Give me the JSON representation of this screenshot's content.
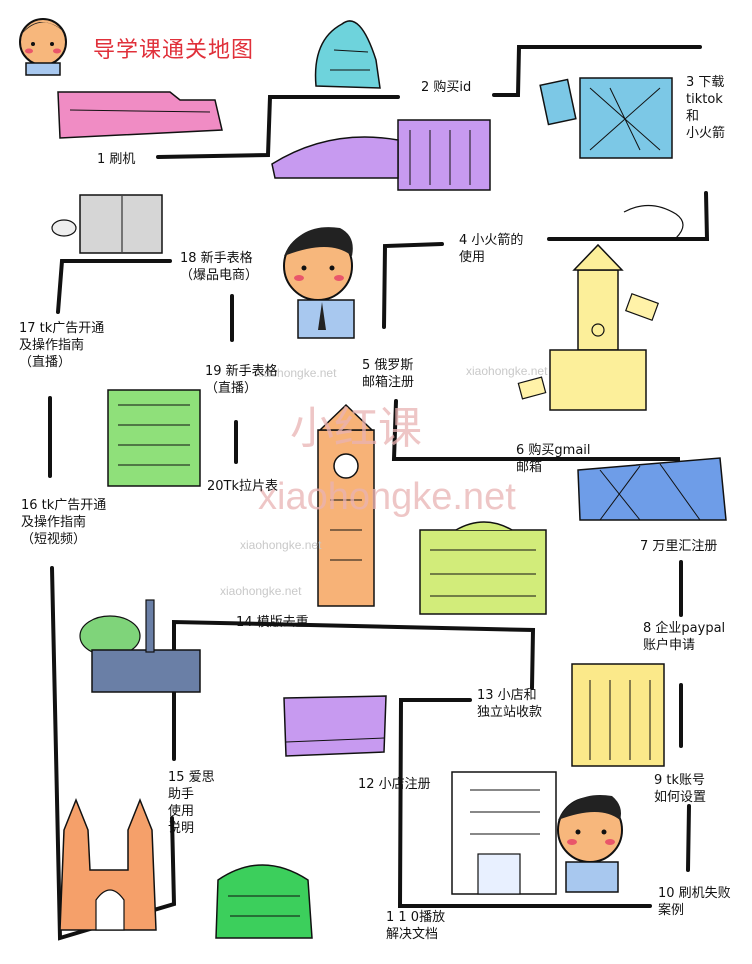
{
  "title": "导学课通关地图",
  "watermark": {
    "big_cn": "小红课",
    "big_en": "xiaohongke.net",
    "small": "xiaohongke.net"
  },
  "colors": {
    "title": "#e0303a",
    "path": "#111111",
    "watermark": "#e9b3b3"
  },
  "steps": [
    {
      "id": "1",
      "lines": [
        "1 刷机"
      ]
    },
    {
      "id": "2",
      "lines": [
        "2 购买id"
      ]
    },
    {
      "id": "3",
      "lines": [
        "3 下载",
        "tiktok",
        "和",
        "小火箭"
      ]
    },
    {
      "id": "4",
      "lines": [
        "4 小火箭的",
        "使用"
      ]
    },
    {
      "id": "5",
      "lines": [
        "5 俄罗斯",
        "邮箱注册"
      ]
    },
    {
      "id": "6",
      "lines": [
        "6 购买gmail",
        "邮箱"
      ]
    },
    {
      "id": "7",
      "lines": [
        "7 万里汇注册"
      ]
    },
    {
      "id": "8",
      "lines": [
        "8 企业paypal",
        "账户申请"
      ]
    },
    {
      "id": "9",
      "lines": [
        "9 tk账号",
        "如何设置"
      ]
    },
    {
      "id": "10",
      "lines": [
        "10 刷机失败",
        "案例"
      ]
    },
    {
      "id": "11",
      "lines": [
        "1 1 0播放",
        "解决文档"
      ]
    },
    {
      "id": "12",
      "lines": [
        "12 小店注册"
      ]
    },
    {
      "id": "13",
      "lines": [
        "13 小店和",
        "独立站收款"
      ]
    },
    {
      "id": "14",
      "lines": [
        "14 模版去重"
      ]
    },
    {
      "id": "15",
      "lines": [
        "15 爱思",
        "助手",
        "使用",
        "说明"
      ]
    },
    {
      "id": "16",
      "lines": [
        "16 tk广告开通",
        "及操作指南",
        "（短视频）"
      ]
    },
    {
      "id": "17",
      "lines": [
        "17 tk广告开通",
        "及操作指南",
        "（直播）"
      ]
    },
    {
      "id": "18",
      "lines": [
        "18 新手表格",
        "（爆品电商）"
      ]
    },
    {
      "id": "19",
      "lines": [
        "19 新手表格",
        "（直播）"
      ]
    },
    {
      "id": "20",
      "lines": [
        "20Tk拉片表"
      ]
    }
  ],
  "illustrations": [
    "avatar-top",
    "pink-car",
    "blue-dome",
    "purple-building",
    "blue-cards",
    "sketch-drawing",
    "avatar-middle",
    "paper-letters",
    "yellow-clocktower",
    "green-building-left",
    "orange-clocktower",
    "blue-stadium",
    "green-palace",
    "blue-factory",
    "purple-warehouse",
    "yellow-building",
    "white-office",
    "avatar-bottom",
    "orange-church",
    "green-hall"
  ]
}
